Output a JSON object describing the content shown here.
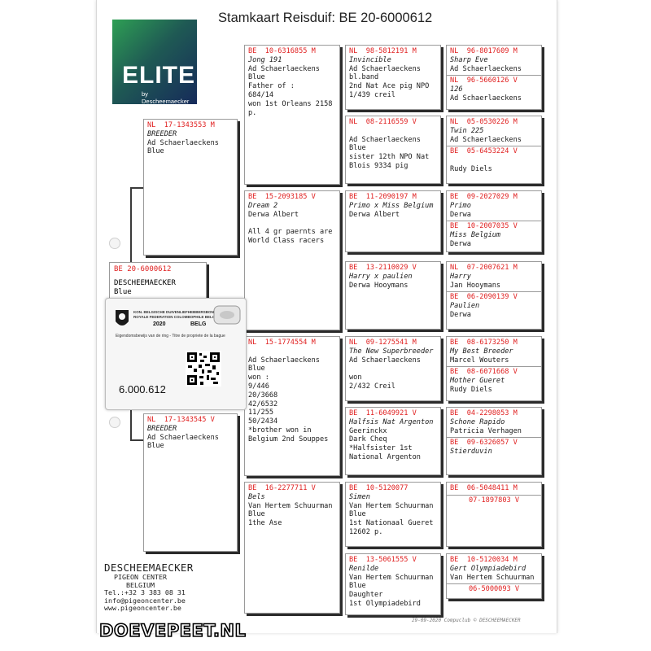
{
  "title": "Stamkaart Reisduif: BE  20-6000612",
  "logo": {
    "word": "ELITE",
    "sub": "by Descheemaecker"
  },
  "subject": {
    "ring": "BE  20-6000612",
    "owner": "DESCHEEMAECKER",
    "color": "Blue"
  },
  "sticker": {
    "org1": "KON. BELGISCHE DUIVENLIEFHEBBERSBOND",
    "org2": "ROYALE FEDERATION COLOMBOPHILE BELGE",
    "year": "2020",
    "country": "BELG",
    "ownership": "Eigendomsbewijs van de ring - Titre de propriete de la bague",
    "number": "6.000.612"
  },
  "cards": [
    {
      "id": "sire",
      "ring": "NL  17-1343553 M",
      "lines": [
        "BREEDER",
        "Ad Schaerlaeckens",
        "Blue"
      ],
      "italic": [
        0
      ]
    },
    {
      "id": "dam",
      "ring": "NL  17-1343545 V",
      "lines": [
        "BREEDER",
        "Ad Schaerlaeckens",
        "Blue"
      ],
      "italic": [
        0
      ]
    },
    {
      "id": "ss",
      "ring": "BE  10-6316855 M",
      "lines": [
        "Jong 191",
        "Ad Schaerlaeckens",
        "Blue",
        "Father of :",
        "684/14",
        "won 1st Orleans 2158",
        "p."
      ],
      "italic": [
        0
      ]
    },
    {
      "id": "sd",
      "ring": "BE  15-2093185 V",
      "lines": [
        "Dream 2",
        "Derwa Albert",
        "",
        "All 4 gr paernts are",
        "World Class racers"
      ],
      "italic": [
        0
      ]
    },
    {
      "id": "ds",
      "ring": "NL  15-1774554 M",
      "lines": [
        "",
        "Ad Schaerlaeckens",
        "Blue",
        "won :",
        "9/446",
        "20/3668",
        "42/6532",
        "11/255",
        "50/2434",
        "*brother won in",
        "Belgium 2nd Souppes"
      ],
      "italic": []
    },
    {
      "id": "dd",
      "ring": "BE  16-2277711 V",
      "lines": [
        "Bels",
        "Van Hertem Schuurman",
        "Blue",
        "1the Ase"
      ],
      "italic": [
        0
      ]
    },
    {
      "id": "sss",
      "ring": "NL  98-5812191 M",
      "lines": [
        "Invincible",
        "Ad Schaerlaeckens",
        "bl.band",
        "2nd Nat Ace pig NPO",
        "1/439 creil"
      ],
      "italic": [
        0
      ]
    },
    {
      "id": "ssd",
      "ring": "NL  08-2116559 V",
      "lines": [
        "",
        "Ad Schaerlaeckens",
        "Blue",
        "sister 12th NPO Nat",
        "Blois 9334 pig"
      ],
      "italic": []
    },
    {
      "id": "sds",
      "ring": "BE  11-2090197 M",
      "lines": [
        "Primo x Miss Belgium",
        "Derwa Albert"
      ],
      "italic": [
        0
      ]
    },
    {
      "id": "sdd",
      "ring": "BE  13-2110029 V",
      "lines": [
        "Harry x paulien",
        "Derwa Hooymans"
      ],
      "italic": [
        0
      ]
    },
    {
      "id": "dss",
      "ring": "NL  09-1275541 M",
      "lines": [
        "The New Superbreeder",
        "Ad Schaerlaeckens",
        "",
        "won",
        "2/432 Creil"
      ],
      "italic": [
        0
      ]
    },
    {
      "id": "dsd",
      "ring": "BE  11-6049921 V",
      "lines": [
        "Halfsis Nat Argenton",
        "Geerinckx",
        "Dark Cheq",
        "*Halfsister 1st",
        "National Argenton"
      ],
      "italic": [
        0
      ]
    },
    {
      "id": "dds",
      "ring": "BE  10-5120077",
      "lines": [
        "Simen",
        "Van Hertem Schuurman",
        "Blue",
        "1st Nationaal Gueret",
        "12602 p."
      ],
      "italic": [
        0
      ]
    },
    {
      "id": "ddd",
      "ring": "BE  13-5061555 V",
      "lines": [
        "Renilde",
        "Van Hertem Schuurman",
        "Blue",
        "Daughter",
        "1st Olympiadebird"
      ],
      "italic": [
        0
      ]
    }
  ],
  "gen4": [
    {
      "id": "g1",
      "top": {
        "ring": "NL  96-8017609 M",
        "lines": [
          "Sharp Eve",
          "Ad Schaerlaeckens"
        ],
        "italic": [
          0
        ]
      },
      "bot": {
        "ring": "NL  96-5660126 V",
        "lines": [
          "126",
          "Ad Schaerlaeckens"
        ],
        "italic": [
          0
        ]
      }
    },
    {
      "id": "g2",
      "top": {
        "ring": "NL  05-0530226 M",
        "lines": [
          "Twin 225",
          "Ad Schaerlaeckens"
        ],
        "italic": [
          0
        ]
      },
      "bot": {
        "ring": "BE  05-6453224 V",
        "lines": [
          "",
          "Rudy Diels"
        ],
        "italic": []
      }
    },
    {
      "id": "g3",
      "top": {
        "ring": "BE  09-2027029 M",
        "lines": [
          "Primo",
          "Derwa"
        ],
        "italic": [
          0
        ]
      },
      "bot": {
        "ring": "BE  10-2007035 V",
        "lines": [
          "Miss Belgium",
          "Derwa"
        ],
        "italic": [
          0
        ]
      }
    },
    {
      "id": "g4",
      "top": {
        "ring": "NL  07-2007621 M",
        "lines": [
          "Harry",
          "Jan Hooymans"
        ],
        "italic": [
          0
        ]
      },
      "bot": {
        "ring": "BE  06-2090139 V",
        "lines": [
          "Paulien",
          "Derwa"
        ],
        "italic": [
          0
        ]
      }
    },
    {
      "id": "g5",
      "top": {
        "ring": "BE  08-6173250 M",
        "lines": [
          "My Best Breeder",
          "Marcel Wouters"
        ],
        "italic": [
          0
        ]
      },
      "bot": {
        "ring": "BE  08-6071668 V",
        "lines": [
          "Mother Gueret",
          "Rudy Diels"
        ],
        "italic": [
          0
        ]
      }
    },
    {
      "id": "g6",
      "top": {
        "ring": "BE  04-2298053 M",
        "lines": [
          "Schone Rapido",
          "Patricia Verhagen"
        ],
        "italic": [
          0
        ]
      },
      "bot": {
        "ring": "BE  09-6326057 V",
        "lines": [
          "Stierduvin"
        ],
        "italic": [
          0
        ]
      }
    },
    {
      "id": "g7",
      "top": {
        "ring": "BE  06-5048411 M",
        "lines": [],
        "italic": []
      },
      "bot": {
        "ring": "07-1897803 V",
        "lines": [],
        "italic": [],
        "center": true
      }
    },
    {
      "id": "g8",
      "top": {
        "ring": "BE  10-5120034 M",
        "lines": [
          "Gert Olympiadebird",
          "Van Hertem Schuurman"
        ],
        "italic": [
          0
        ]
      },
      "bot": {
        "ring": "06-5000093 V",
        "lines": [],
        "italic": [],
        "center": true
      }
    }
  ],
  "footer": {
    "name": "DESCHEEMAECKER",
    "lines": [
      "PIGEON CENTER",
      "BELGIUM",
      "Tel.:+32 3 383 08 31",
      "info@pigeoncenter.be",
      "www.pigeoncenter.be"
    ]
  },
  "printinfo": "29-09-2020   Compuclub © DESCHEEMAECKER",
  "watermark": "DOEVEPEET.NL"
}
